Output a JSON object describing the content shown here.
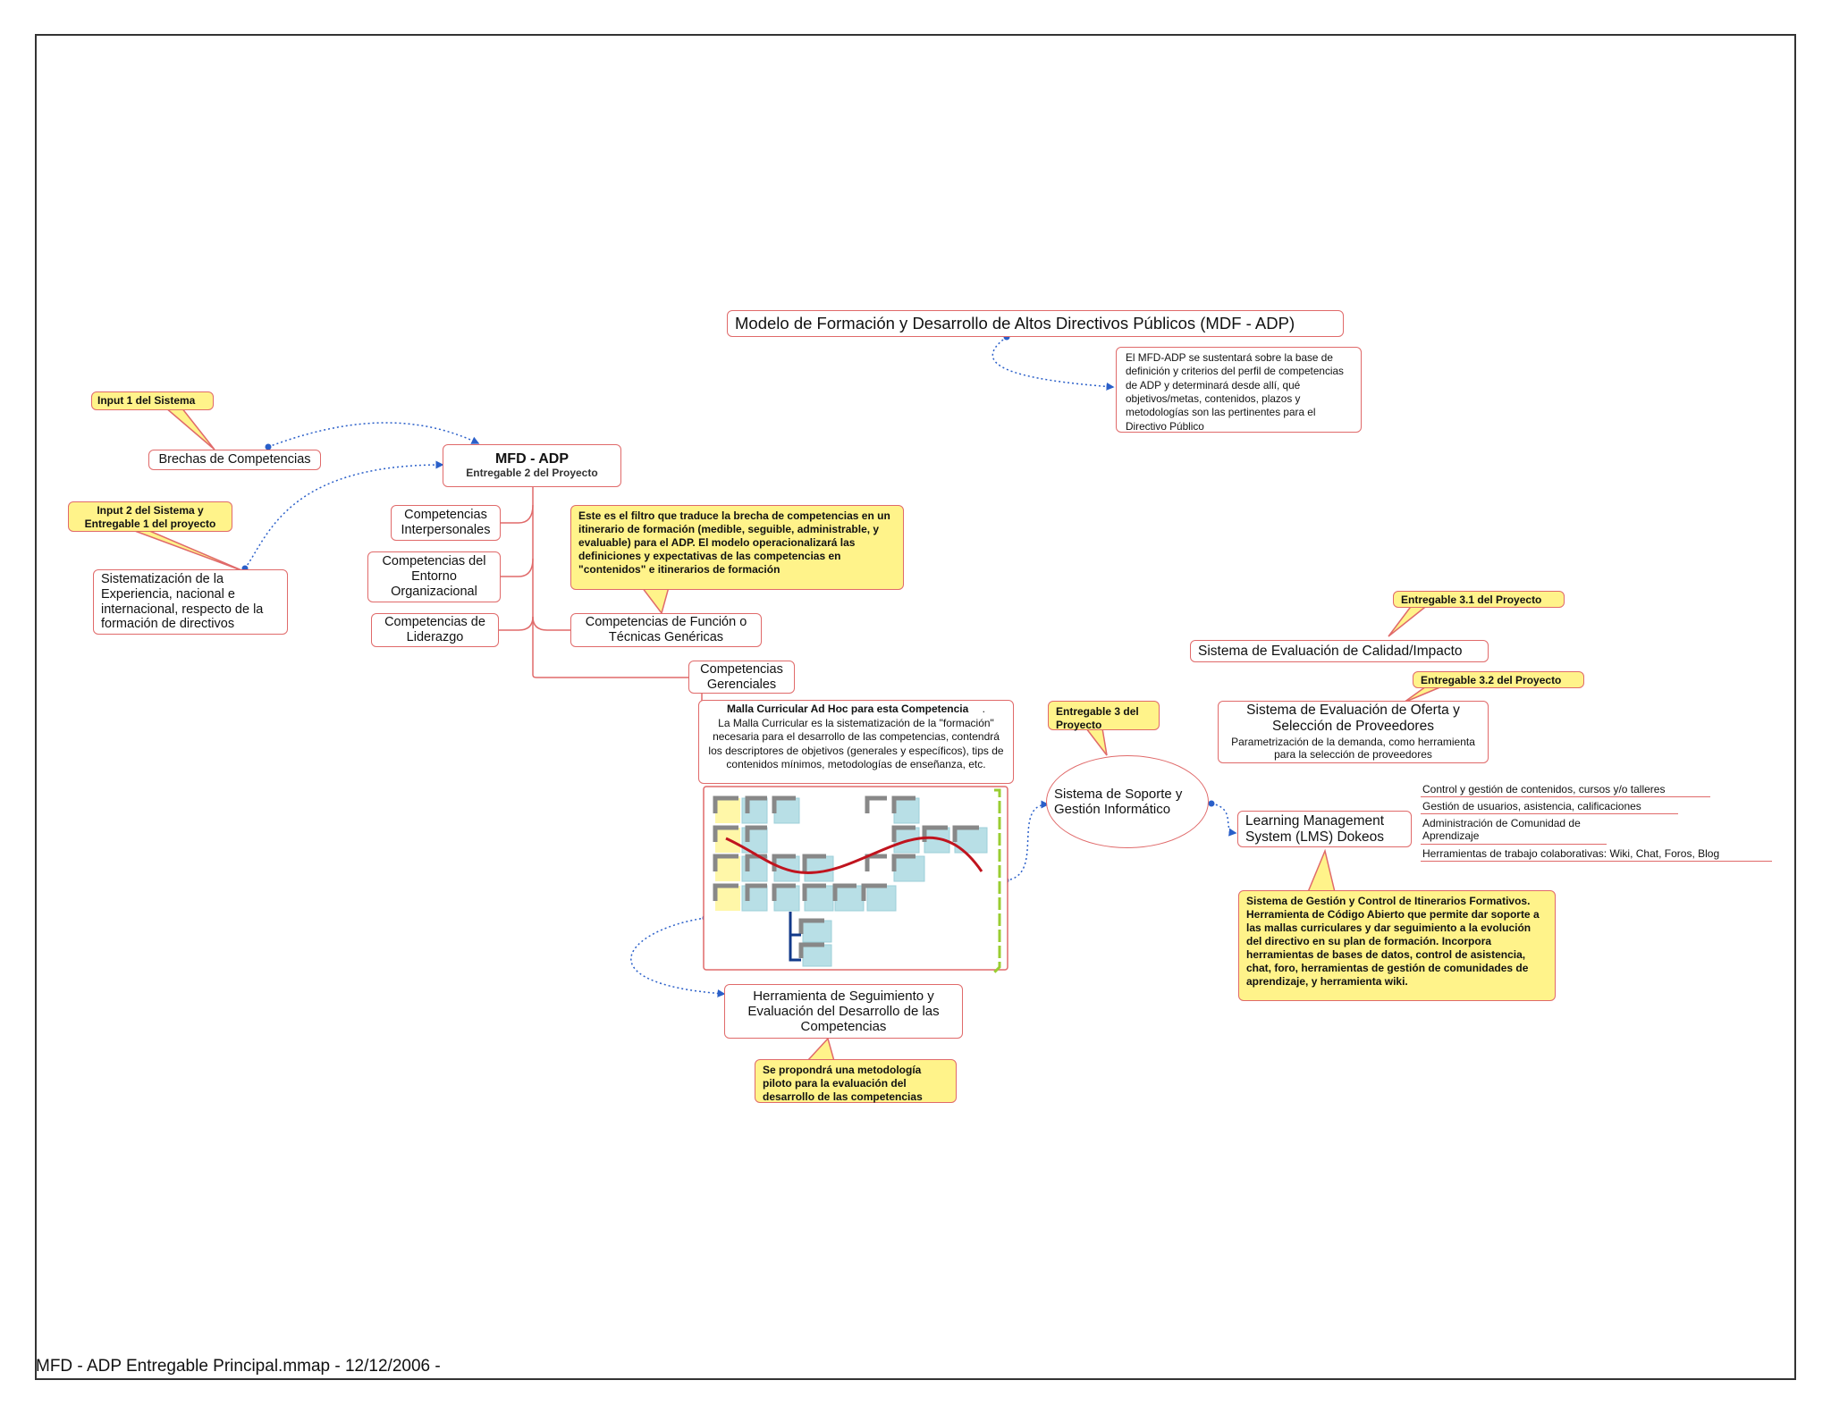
{
  "footer": "MFD - ADP Entregable Principal.mmap - 12/12/2006 -",
  "title_node": "Modelo de Formación y Desarrollo de Altos Directivos Públicos (MDF - ADP)",
  "title_note": "El MFD-ADP se sustentará sobre la base de definición y criterios del perfil de competencias de ADP y determinará desde allí, qué objetivos/metas, contenidos, plazos y metodologías son las pertinentes para el Directivo Público",
  "central": {
    "title": "MFD - ADP",
    "subtitle": "Entregable 2 del Proyecto"
  },
  "inputs": {
    "input1_callout": "Input 1 del Sistema",
    "brechas": "Brechas de Competencias",
    "input2_callout": "Input 2 del Sistema y Entregable 1 del proyecto",
    "sistematizacion": "Sistematización de la Experiencia, nacional e internacional, respecto de la formación de directivos"
  },
  "competencias": {
    "interpersonales": "Competencias Interpersonales",
    "entorno": "Competencias del Entorno Organizacional",
    "liderazgo": "Competencias de Liderazgo",
    "funcion": "Competencias de Función o Técnicas Genéricas",
    "gerenciales": "Competencias Gerenciales",
    "filtro_callout": "Este es el filtro que traduce la brecha de competencias en un itinerario de formación (medible, seguible, administrable, y evaluable) para el ADP.  El modelo operacionalizará las definiciones y expectativas de las competencias en \"contenidos\" e itinerarios de formación"
  },
  "malla": {
    "title": "Malla Curricular Ad Hoc para esta Competencia",
    "title_suffix": ".",
    "body": "La Malla Curricular es la sistematización de la \"formación\" necesaria para el desarrollo de las competencias, contendrá los descriptores de objetivos (generales y específicos), tips de contenidos mínimos, metodologías de enseñanza, etc."
  },
  "herramienta": {
    "node": "Herramienta de Seguimiento y Evaluación del Desarrollo de las Competencias",
    "callout": "Se propondrá una metodología piloto para la evaluación del desarrollo de las competencias"
  },
  "soporte": {
    "node": "Sistema de Soporte y Gestión Informático",
    "callout": "Entregable 3 del Proyecto"
  },
  "evaluacion": {
    "calidad": "Sistema de Evaluación de Calidad/Impacto",
    "calidad_callout": "Entregable 3.1 del Proyecto",
    "oferta_title": "Sistema de Evaluación de Oferta y Selección de Proveedores",
    "oferta_sub": "Parametrización de la demanda, como herramienta para la selección de proveedores",
    "oferta_callout": "Entregable 3.2 del Proyecto"
  },
  "lms": {
    "node": "Learning Management System (LMS) Dokeos",
    "items": [
      "Control y gestión de contenidos, cursos y/o talleres",
      "Gestión de usuarios, asistencia, calificaciones",
      "Administración de Comunidad de Aprendizaje",
      "Herramientas de trabajo colaborativas: Wiki, Chat, Foros, Blog"
    ],
    "callout": "Sistema de Gestión y Control de Itinerarios Formativos.  Herramienta de Código Abierto que permite dar soporte a las mallas curriculares y dar seguimiento a la evolución del directivo en su plan de formación.  Incorpora herramientas de bases de datos, control de asistencia, chat, foro, herramientas de gestión de comunidades de aprendizaje, y herramienta wiki."
  },
  "colors": {
    "node_border": "#e06a6a",
    "callout_fill": "#fff38a",
    "link_blue": "#2a5fc9",
    "curve_red": "#c0141e",
    "bracket_green": "#9acd32",
    "cell_blue": "#b8dfe6",
    "cell_yellow": "#fff7a8"
  }
}
